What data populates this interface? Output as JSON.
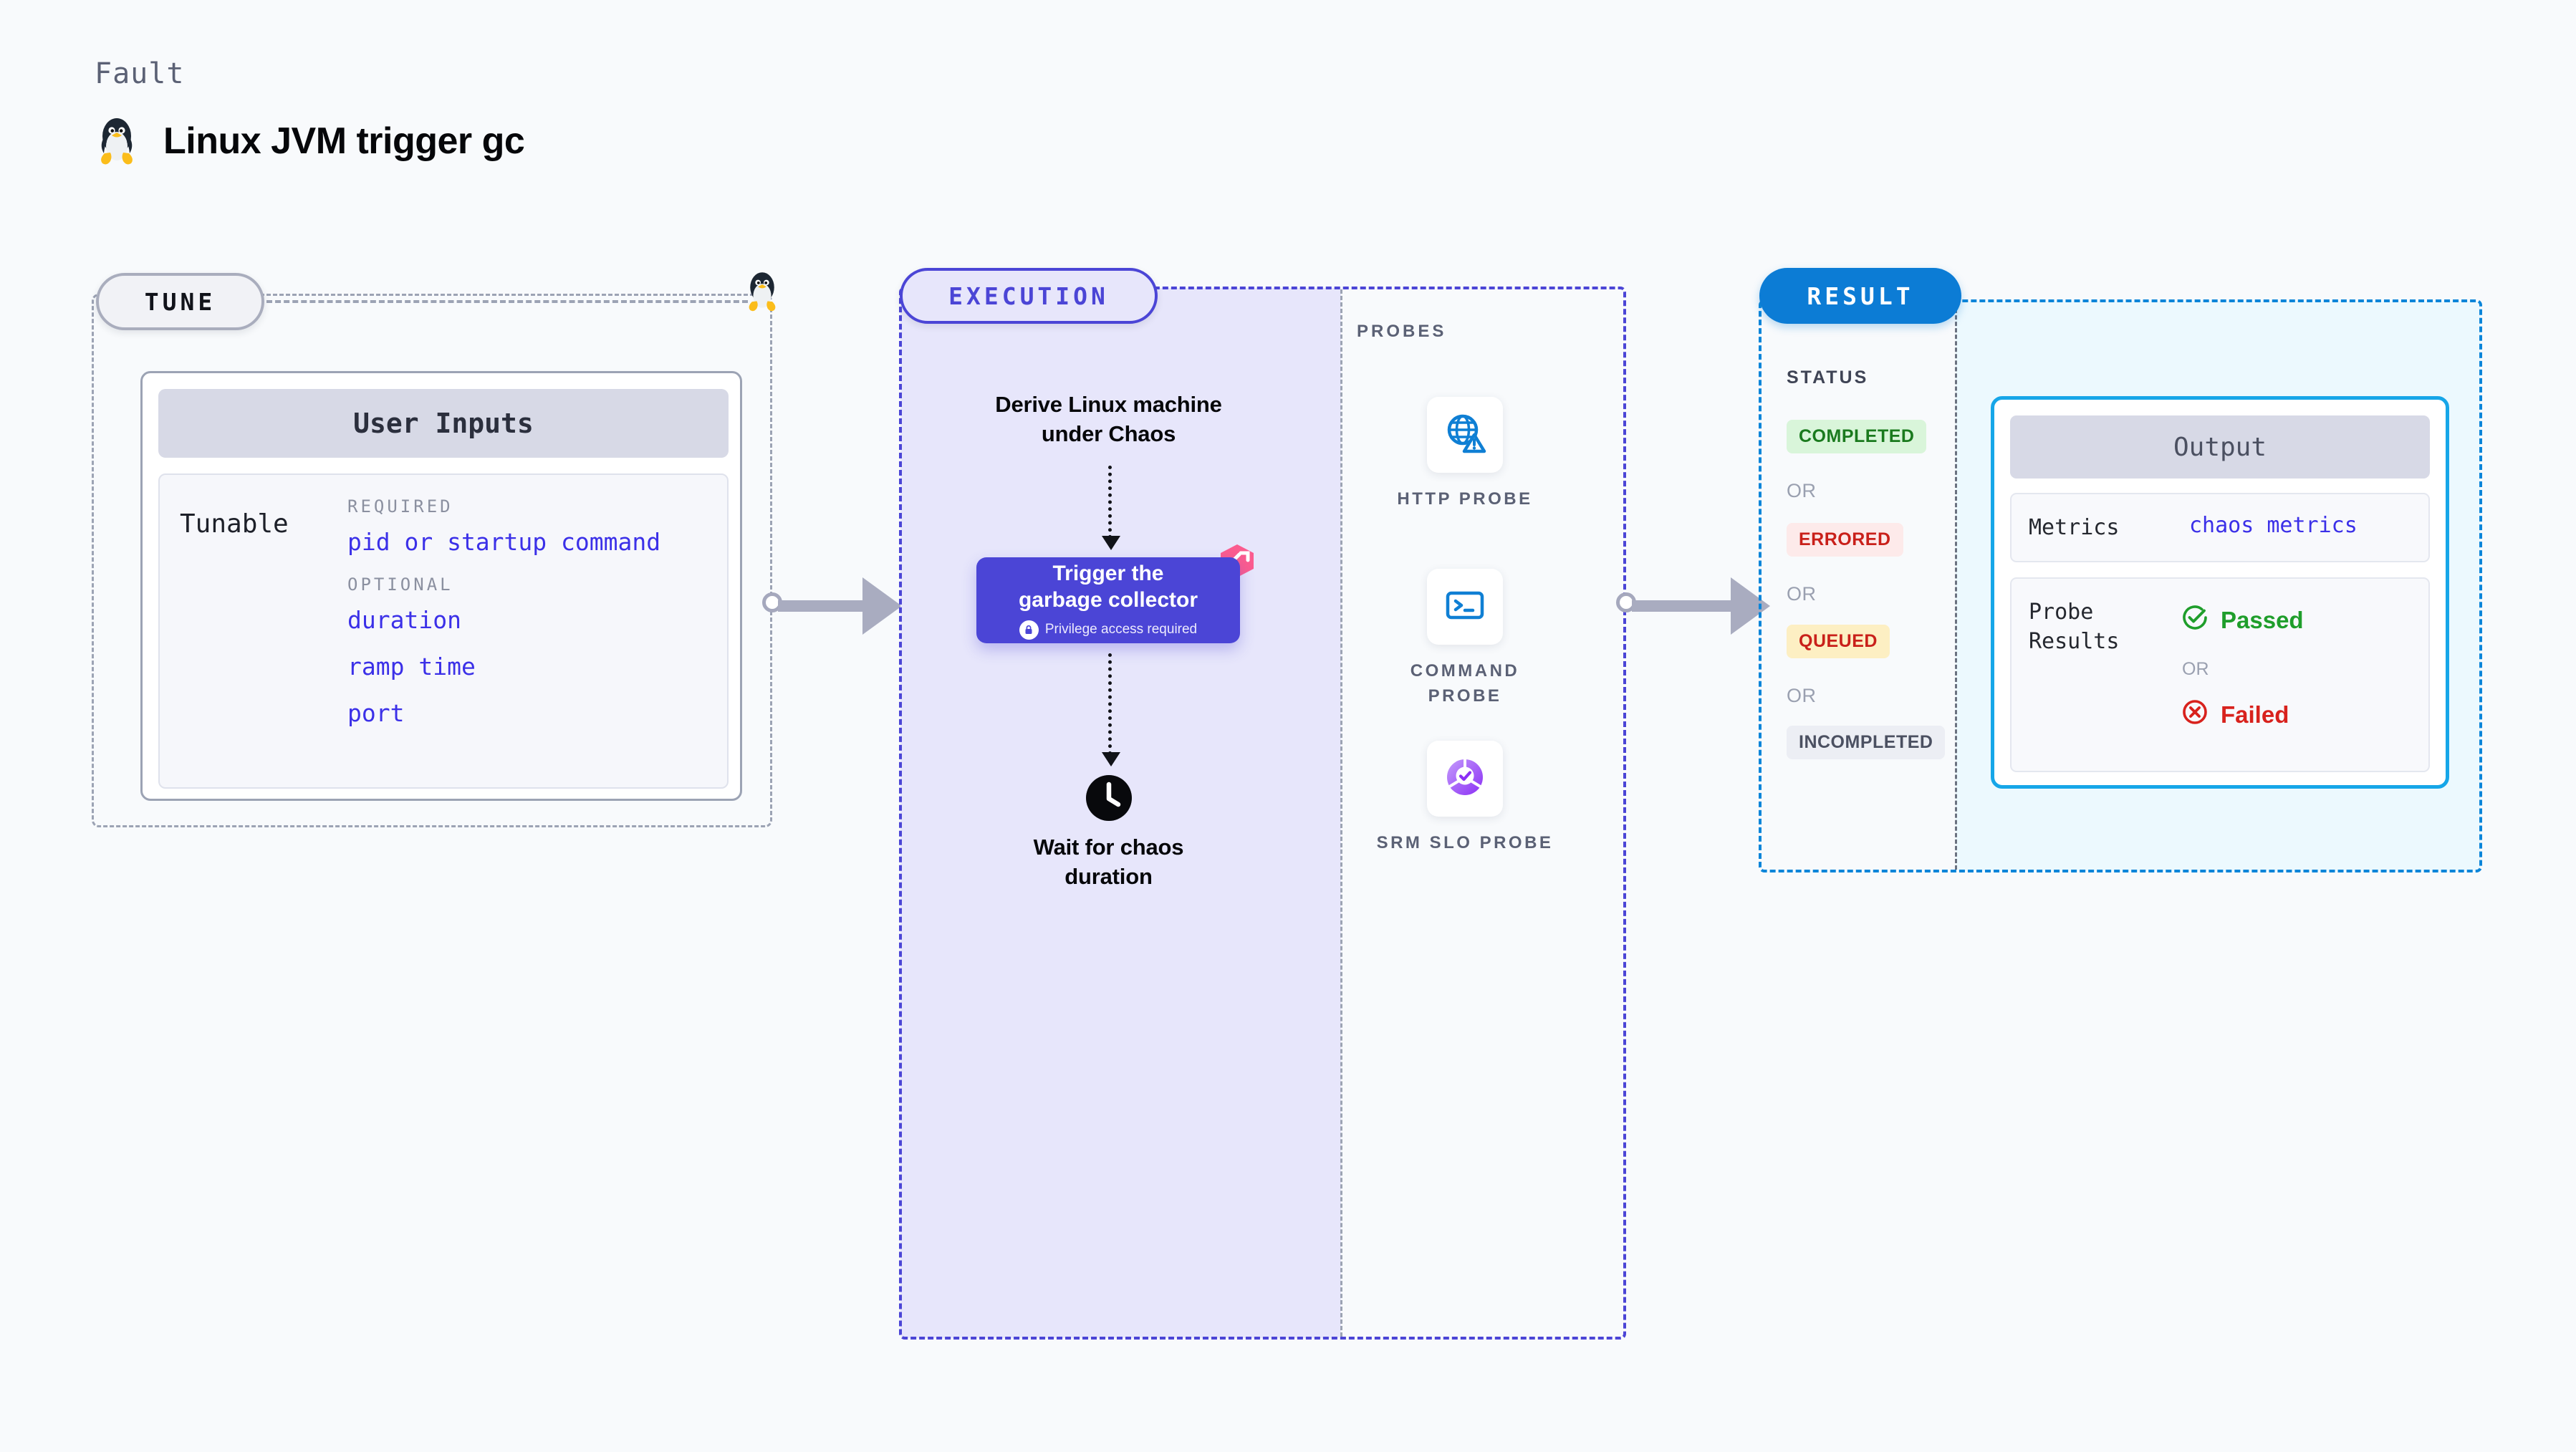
{
  "header": {
    "kicker": "Fault",
    "title": "Linux JVM trigger gc",
    "icon": "linux-penguin-icon"
  },
  "stages": {
    "tune": {
      "pill_label": "TUNE"
    },
    "execution": {
      "pill_label": "EXECUTION"
    },
    "result": {
      "pill_label": "RESULT"
    }
  },
  "tune": {
    "card_title": "User Inputs",
    "tunable_label": "Tunable",
    "required_label": "REQUIRED",
    "required_fields": [
      "pid or startup command"
    ],
    "optional_label": "OPTIONAL",
    "optional_fields": [
      "duration",
      "ramp time",
      "port"
    ]
  },
  "execution": {
    "step_derive": "Derive Linux machine\nunder Chaos",
    "action": {
      "title": "Trigger the\ngarbage collector",
      "privilege_note": "Privilege access required",
      "privilege_icon": "lock-icon",
      "corner_icon": "chaos-badge-icon"
    },
    "step_wait": "Wait for chaos\nduration",
    "wait_icon": "clock-icon"
  },
  "probes": {
    "section_label": "PROBES",
    "items": [
      {
        "name": "HTTP PROBE",
        "icon": "globe-alert-icon"
      },
      {
        "name": "COMMAND PROBE",
        "icon": "terminal-icon"
      },
      {
        "name": "SRM SLO PROBE",
        "icon": "slo-donut-check-icon"
      }
    ]
  },
  "result": {
    "status_label": "STATUS",
    "or_label": "OR",
    "statuses": [
      {
        "label": "COMPLETED",
        "kind": "completed"
      },
      {
        "label": "ERRORED",
        "kind": "errored"
      },
      {
        "label": "QUEUED",
        "kind": "queued"
      },
      {
        "label": "INCOMPLETED",
        "kind": "incomplete"
      }
    ],
    "output": {
      "card_title": "Output",
      "metrics_key": "Metrics",
      "metrics_value": "chaos metrics",
      "probe_key": "Probe\nResults",
      "verdict_pass": "Passed",
      "verdict_pass_icon": "check-circle-icon",
      "verdict_or": "OR",
      "verdict_fail": "Failed",
      "verdict_fail_icon": "x-circle-icon"
    }
  },
  "colors": {
    "execution_accent": "#4b45d6",
    "result_accent": "#0c7cd5",
    "output_border": "#16a6e8",
    "link": "#3b30e8",
    "pass": "#1f9e2b",
    "fail": "#d8221d",
    "queued": "#c9201a"
  }
}
